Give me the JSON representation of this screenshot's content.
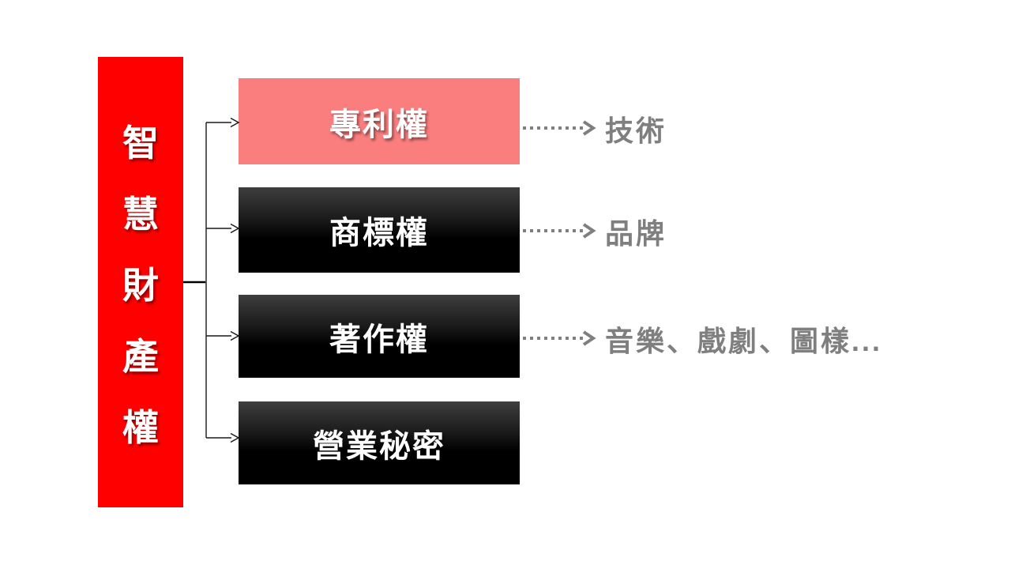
{
  "root": {
    "label": "智慧財產權",
    "chars": [
      "智",
      "慧",
      "財",
      "產",
      "權"
    ],
    "bg_color": "#FE0000",
    "text_color": "#FFFFFF"
  },
  "categories": [
    {
      "label": "專利權",
      "variant": "highlighted",
      "bg_color": "#FB7E7E"
    },
    {
      "label": "商標權",
      "variant": "dark",
      "bg_color": "#000000"
    },
    {
      "label": "著作權",
      "variant": "dark",
      "bg_color": "#000000"
    },
    {
      "label": "營業秘密",
      "variant": "dark",
      "bg_color": "#000000"
    }
  ],
  "outcomes": [
    {
      "for": "專利權",
      "text": "技術"
    },
    {
      "for": "商標權",
      "text": "品牌"
    },
    {
      "for": "著作權",
      "text": "音樂、戲劇、圖樣..."
    }
  ],
  "colors": {
    "slide_background": "#FFFFFF",
    "connector": "#000000",
    "branch_line": "#4D4D4D",
    "dotted_arrow": "#7F7F7F",
    "outcome_text": "#7F7F7F"
  }
}
